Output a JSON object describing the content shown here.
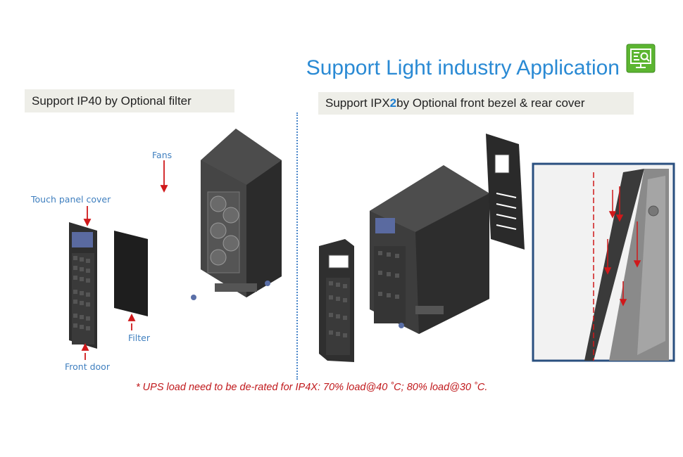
{
  "slide": {
    "title": "Support Light industry Application",
    "icon": "monitor-search-icon",
    "accent_color": "#5cb531",
    "left_panel": {
      "heading": "Support IP40 by Optional filter",
      "labels": {
        "fans": "Fans",
        "touch_panel_cover": "Touch panel cover",
        "filter": "Filter",
        "front_door": "Front door"
      }
    },
    "right_panel": {
      "heading_prefix": "Support IPX",
      "heading_highlight": "2",
      "heading_suffix": " by Optional front bezel & rear cover"
    },
    "footnote": "* UPS load need to be de-rated for IP4X: 70% load@40 ˚C; 80% load@30 ˚C."
  }
}
